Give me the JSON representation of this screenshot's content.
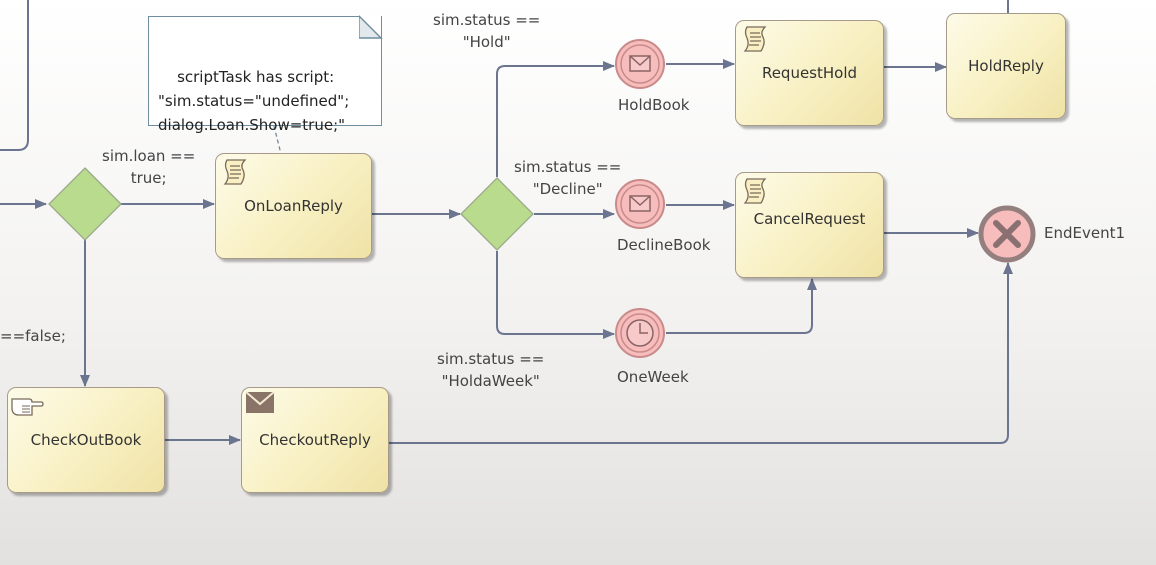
{
  "diagram": {
    "note": {
      "text": "scriptTask has script:\n\"sim.status=\"undefined\";\ndialog.Loan.Show=true;\""
    },
    "tasks": {
      "onloan": {
        "label": "OnLoanReply",
        "icon": "script-icon"
      },
      "requesthold": {
        "label": "RequestHold",
        "icon": "script-icon"
      },
      "holdreply": {
        "label": "HoldReply",
        "icon": ""
      },
      "cancelrequest": {
        "label": "CancelRequest",
        "icon": "script-icon"
      },
      "checkoutbook": {
        "label": "CheckOutBook",
        "icon": "hand-icon"
      },
      "checkoutreply": {
        "label": "CheckoutReply",
        "icon": "envelope-icon"
      }
    },
    "events": {
      "holdbook": {
        "label": "HoldBook",
        "type": "message-catch"
      },
      "declinebook": {
        "label": "DeclineBook",
        "type": "message-catch"
      },
      "oneweek": {
        "label": "OneWeek",
        "type": "timer-catch"
      },
      "endevent1": {
        "label": "EndEvent1",
        "type": "end-cancel"
      }
    },
    "conditions": {
      "loan_true": "sim.loan ==\ntrue;",
      "loan_false": "==false;",
      "status_hold": "sim.status ==\n\"Hold\"",
      "status_decline": "sim.status ==\n\"Decline\"",
      "status_holdaweek": "sim.status ==\n\"HoldaWeek\""
    },
    "colors": {
      "connector": "#6b7590",
      "event_fill": "#f7bcbc",
      "event_stroke": "#c98a8a",
      "gateway_fill": "#b9db8e",
      "task_fill": "#f8f0c2"
    }
  }
}
